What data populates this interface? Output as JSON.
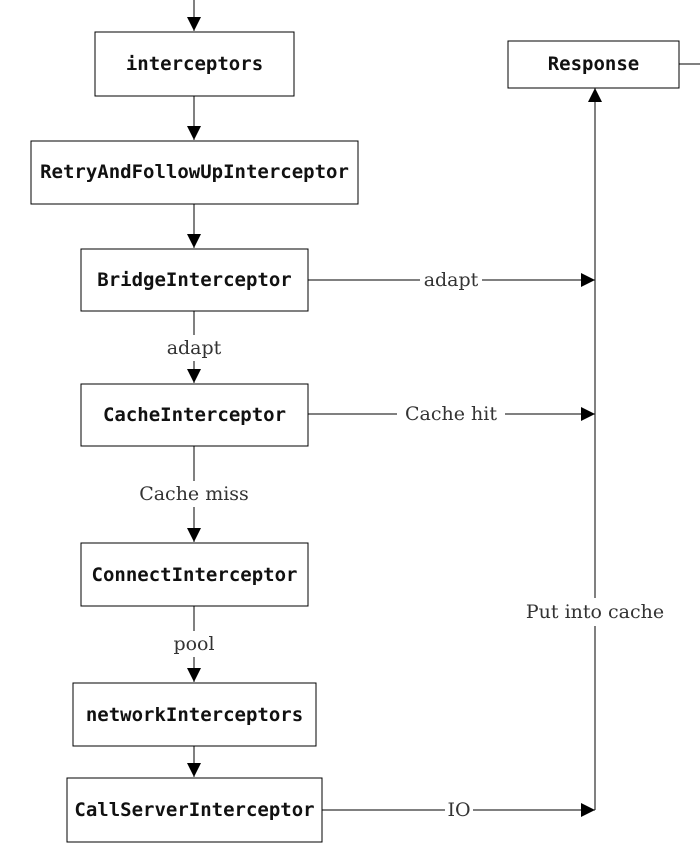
{
  "nodes": {
    "interceptors": "interceptors",
    "retry": "RetryAndFollowUpInterceptor",
    "bridge": "BridgeInterceptor",
    "cache": "CacheInterceptor",
    "connect": "ConnectInterceptor",
    "network": "networkInterceptors",
    "callserver": "CallServerInterceptor",
    "response": "Response"
  },
  "edge_labels": {
    "bridge_to_cache": "adapt",
    "bridge_to_response": "adapt",
    "cache_to_connect": "Cache miss",
    "cache_to_response": "Cache hit",
    "connect_to_network": "pool",
    "callserver_to_response": "IO",
    "return_path": "Put into cache"
  }
}
